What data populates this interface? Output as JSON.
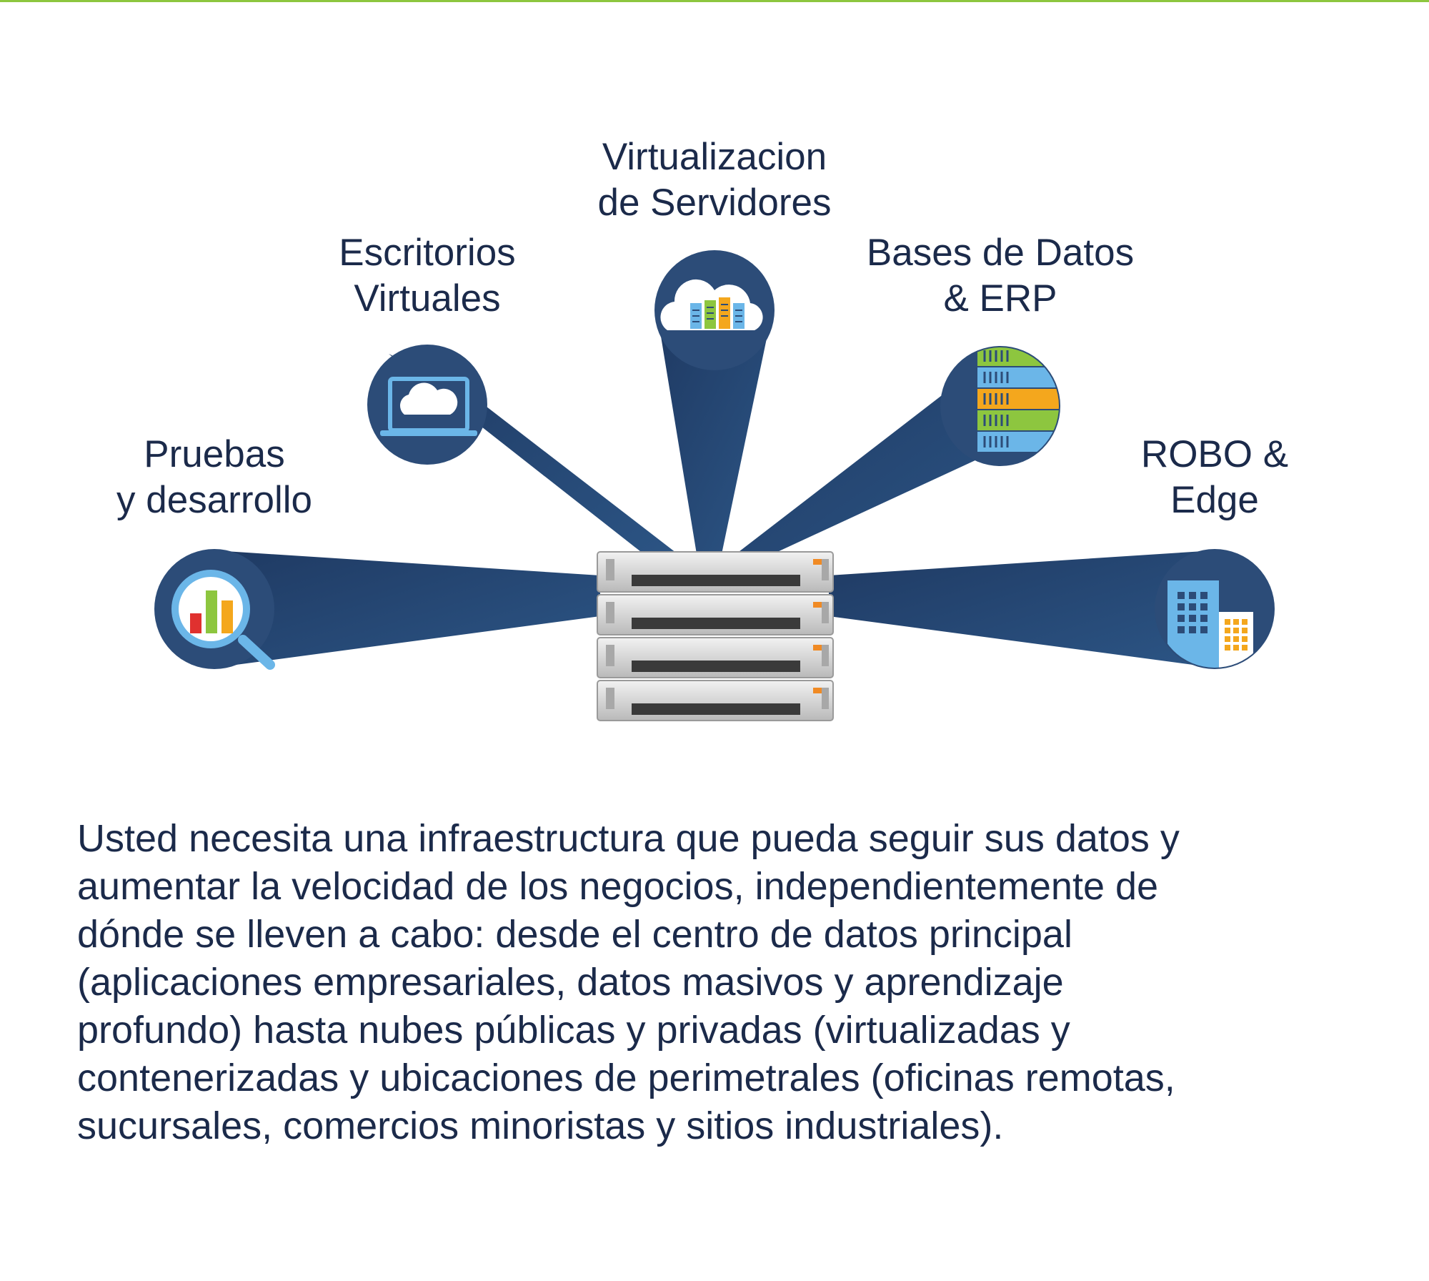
{
  "colors": {
    "accent_rule": "#8dc63f",
    "navy": "#1b2a4a",
    "beam": "#274a73",
    "circle": "#2c4c78",
    "light_blue": "#6bb6e8",
    "green": "#8dc63f",
    "orange": "#f4a71d",
    "red": "#e0312f"
  },
  "workloads": [
    {
      "id": "pruebas",
      "line1": "Pruebas",
      "line2": "y desarrollo",
      "icon": "analytics-magnifier-icon"
    },
    {
      "id": "escritorios",
      "line1": "Escritorios",
      "line2": "Virtuales",
      "icon": "laptop-cloud-icon"
    },
    {
      "id": "virtualizacion",
      "line1": "Virtualizacion",
      "line2": "de Servidores",
      "icon": "cloud-servers-icon"
    },
    {
      "id": "bases",
      "line1": "Bases de Datos",
      "line2": "& ERP",
      "icon": "database-stack-icon"
    },
    {
      "id": "robo",
      "line1": "ROBO &",
      "line2": "Edge",
      "icon": "office-buildings-icon"
    }
  ],
  "center_icon": "server-rack-icon",
  "body_lines": [
    "Usted necesita una infraestructura que pueda seguir sus datos y",
    "aumentar la velocidad de los negocios, independientemente de",
    "dónde se lleven a cabo: desde el centro de datos principal",
    "(aplicaciones empresariales, datos masivos y aprendizaje",
    "profundo) hasta nubes públicas y privadas (virtualizadas y",
    "contenerizadas y ubicaciones de perimetrales (oficinas remotas,",
    "sucursales, comercios minoristas y sitios industriales)."
  ]
}
